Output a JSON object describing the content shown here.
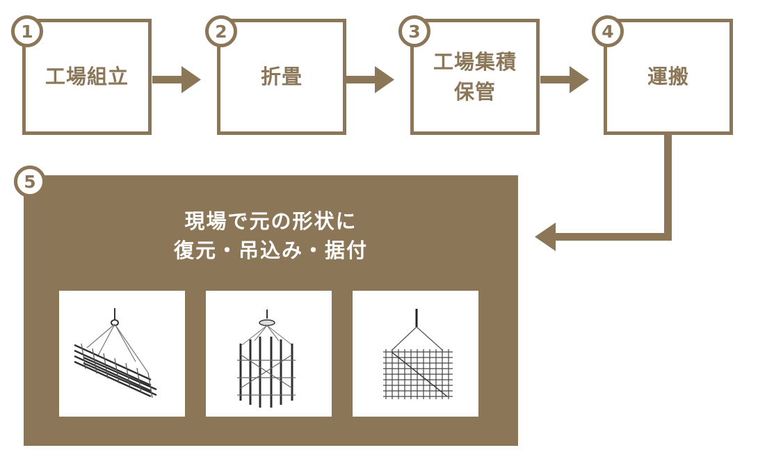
{
  "steps": [
    {
      "number": "1",
      "label": "工場組立"
    },
    {
      "number": "2",
      "label": "折畳"
    },
    {
      "number": "3",
      "label": "工場集積\n保管"
    },
    {
      "number": "4",
      "label": "運搬"
    }
  ],
  "final_step": {
    "number": "5",
    "line1": "現場で元の形状に",
    "line2": "復元・吊込み・据付"
  },
  "illustrations": [
    {
      "icon": "diagonal-cage-lift-icon"
    },
    {
      "icon": "cylindrical-cage-lift-icon"
    },
    {
      "icon": "flat-mesh-lift-icon"
    }
  ],
  "colors": {
    "accent": "#8b7657",
    "panel_text": "#ffffff",
    "background": "#ffffff"
  }
}
